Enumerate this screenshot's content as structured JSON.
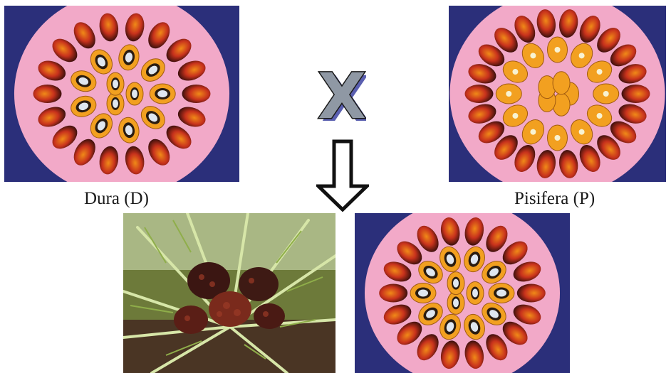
{
  "labels": {
    "dura": "Dura (D)",
    "pisifera": "Pisifera (P)",
    "cross": "X"
  },
  "colors": {
    "plate_pink": "#f2a9c8",
    "backdrop_blue": "#2b2f7a",
    "fruit_dark": "#3a0f0c",
    "fruit_red": "#c8321c",
    "fruit_orange": "#f08a18",
    "kernel_yellow": "#f2a020",
    "cross_fill": "#8f98a4",
    "cross_shadow": "#5a5fb0"
  },
  "icons": {
    "cross": "cross-symbol-icon",
    "arrow": "down-arrow-icon"
  }
}
